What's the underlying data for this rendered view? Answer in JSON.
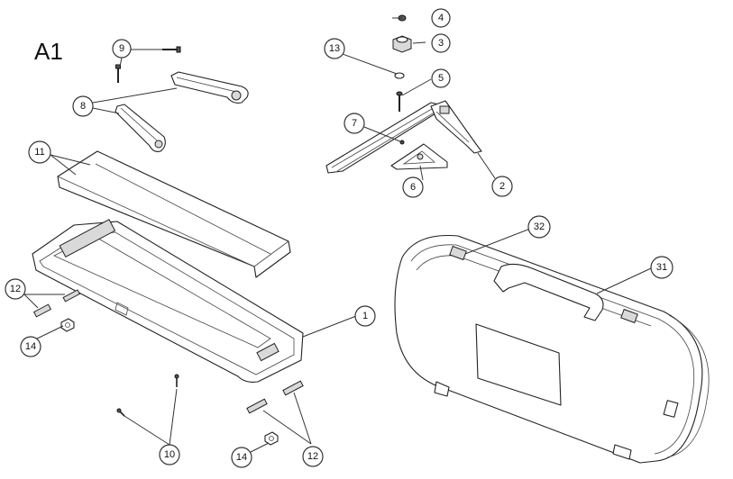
{
  "sheet": {
    "title": "A1"
  },
  "callouts": {
    "c1": "1",
    "c2": "2",
    "c3": "3",
    "c4": "4",
    "c5": "5",
    "c6": "6",
    "c7": "7",
    "c8": "8",
    "c9": "9",
    "c10": "10",
    "c11": "11",
    "c12a": "12",
    "c12b": "12",
    "c13": "13",
    "c14a": "14",
    "c14b": "14",
    "c31": "31",
    "c32": "32"
  }
}
